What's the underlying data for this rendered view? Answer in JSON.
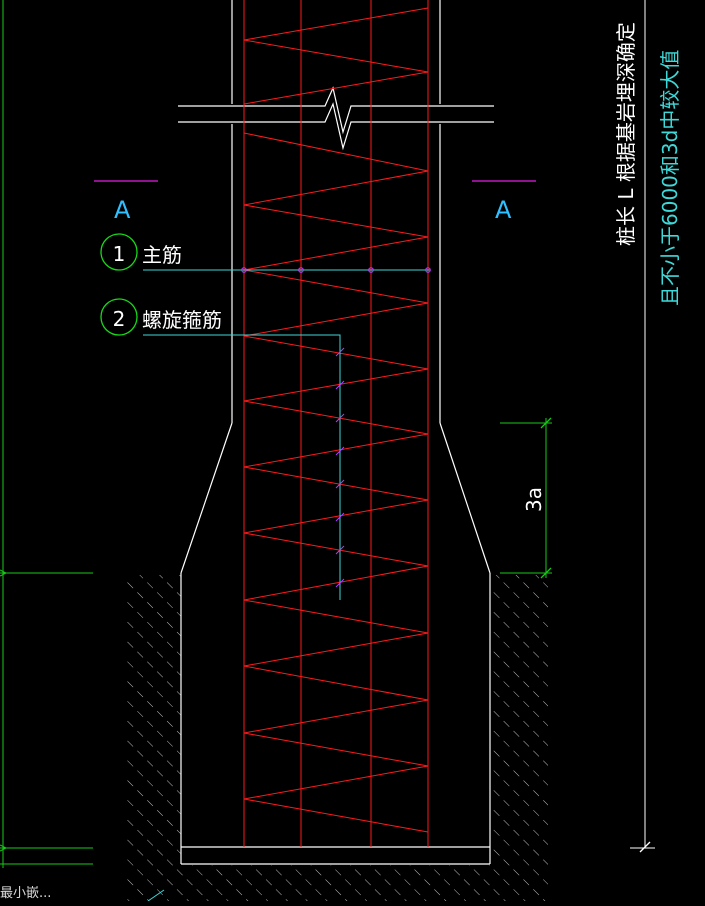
{
  "labels": {
    "section_left": "A",
    "section_right": "A",
    "callout_1_num": "1",
    "callout_1_text": "主筋",
    "callout_2_num": "2",
    "callout_2_text": "螺旋箍筋",
    "dimension_3a": "3a",
    "note_white": "桩长 L 根据基岩埋深确定",
    "note_cyan": "且不小于6000和3d中较大值",
    "bottom_left_partial": "最小嵌..."
  },
  "colors": {
    "background": "#000000",
    "outline": "#ffffff",
    "rebar": "#ff1a1a",
    "leader": "#3fd8d8",
    "dimension": "#18c818",
    "section_mark": "#c018c0",
    "section_letter": "#30c0ff",
    "hatch": "#bdbdbd",
    "callout_circle": "#18d818",
    "tick": "#b040ff"
  }
}
